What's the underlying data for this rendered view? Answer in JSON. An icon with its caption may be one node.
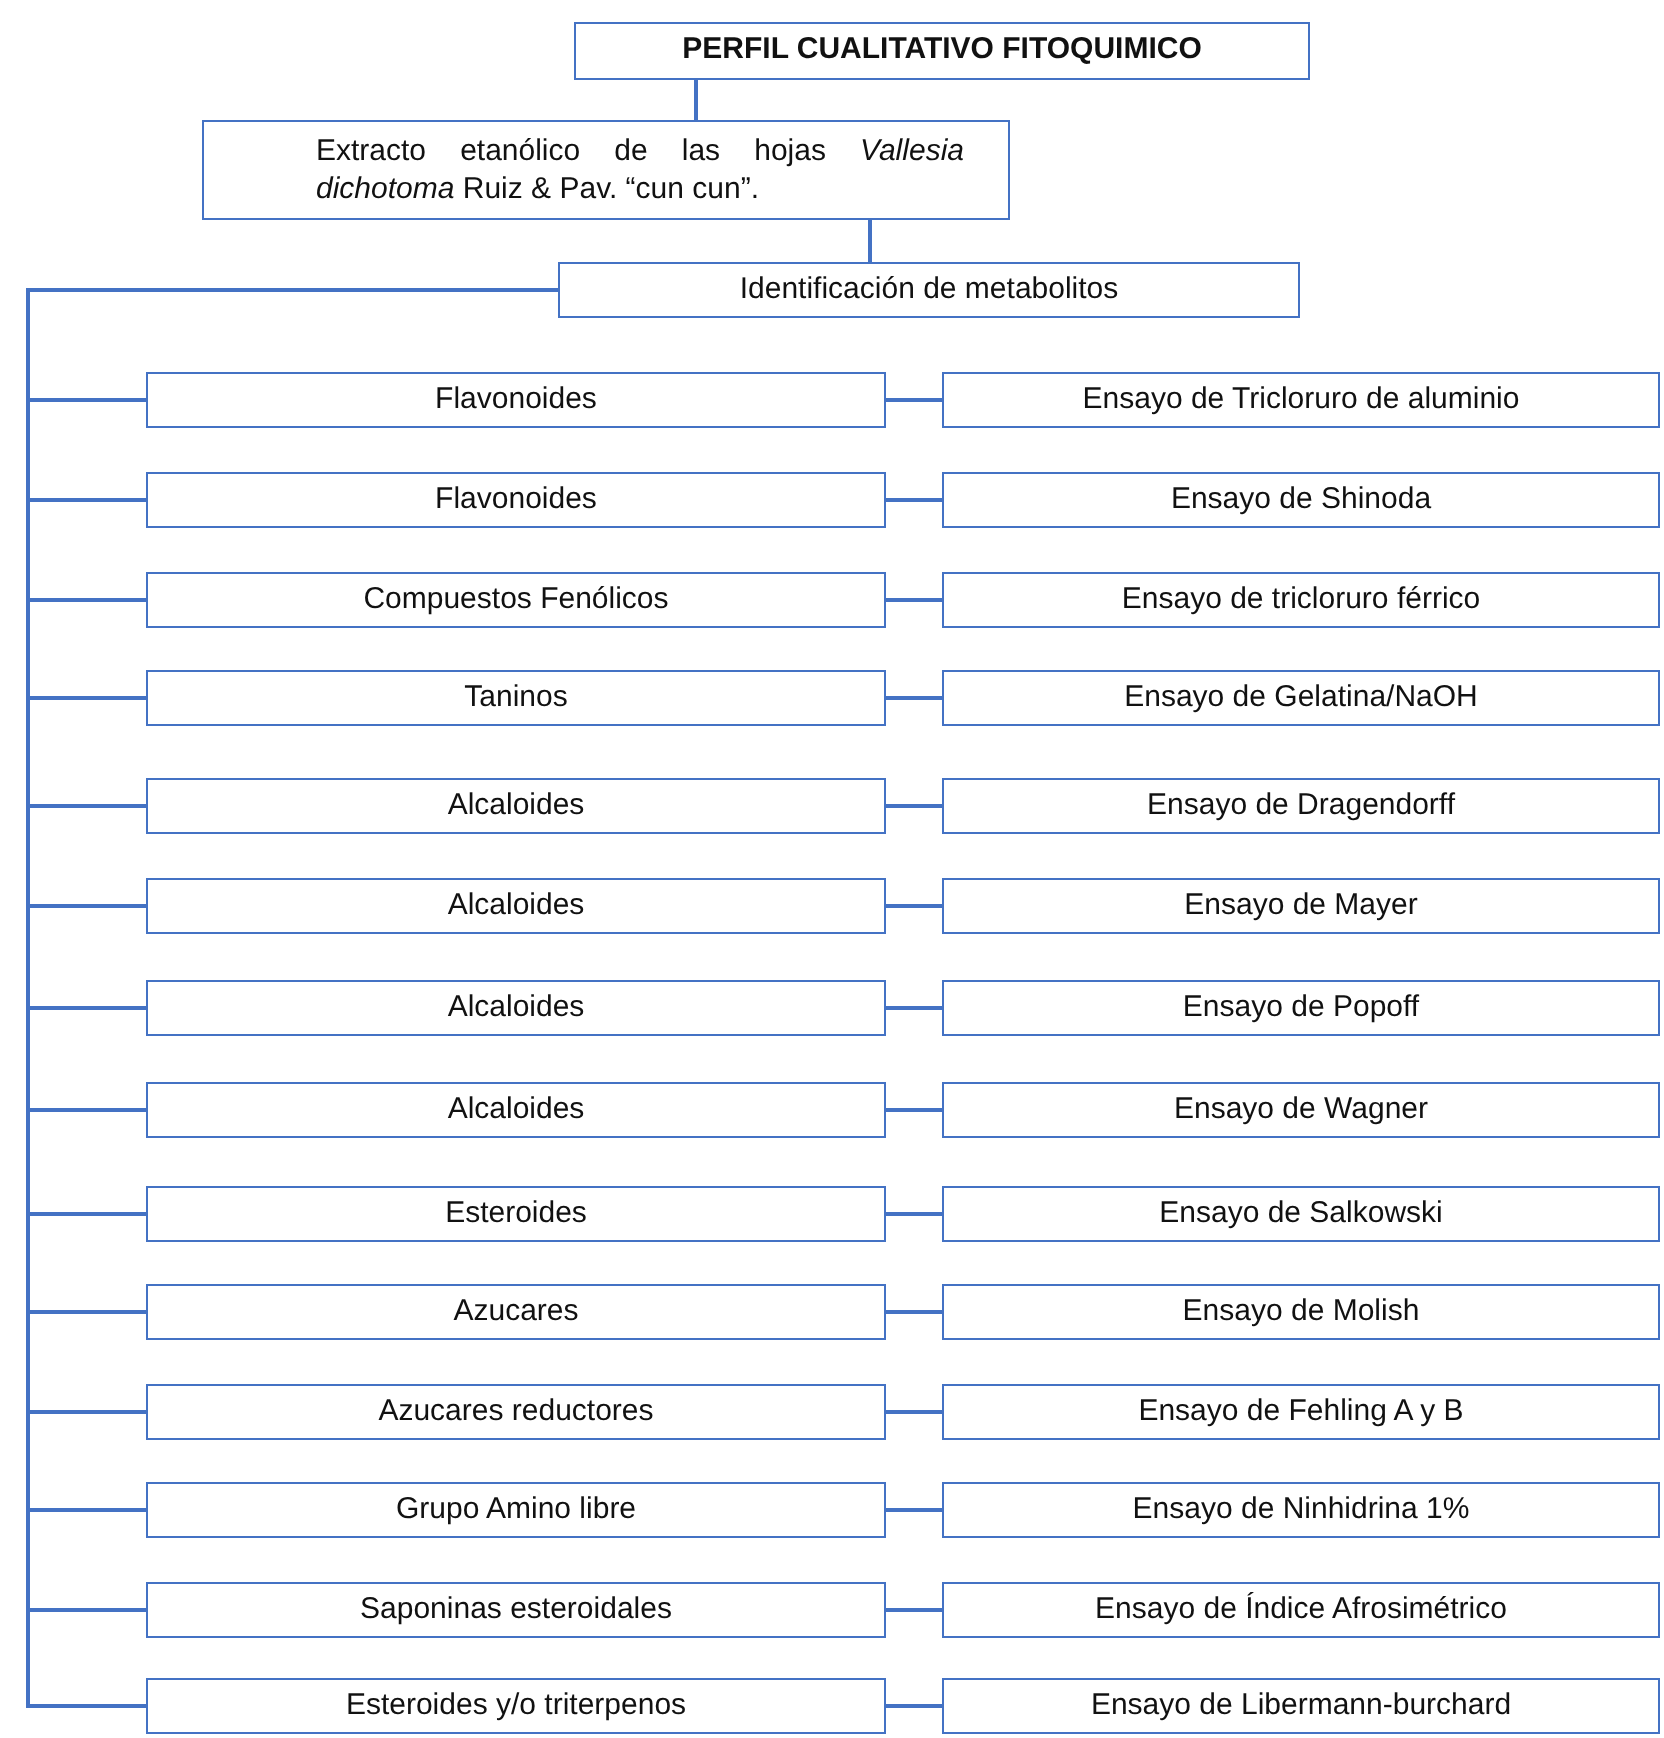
{
  "diagram": {
    "nodes": [
      {
        "text": [
          "PERFIL CUALITATIVO FITOQUIMICO"
        ]
      },
      {
        "text": [
          "Extracto etanólico de las hojas *Vallesia dichotoma* Ruiz & Pav.  “cun cun”."
        ]
      },
      {
        "text": [
          "Identificación de metabolitos"
        ]
      },
      {
        "text": [
          "Flavonoides"
        ]
      },
      {
        "text": [
          "Ensayo de Tricloruro de aluminio"
        ]
      },
      {
        "text": [
          "Flavonoides"
        ]
      },
      {
        "text": [
          "Ensayo de Shinoda"
        ]
      },
      {
        "text": [
          "Compuestos Fenólicos"
        ]
      },
      {
        "text": [
          "Ensayo de tricloruro férrico"
        ]
      },
      {
        "text": [
          "Taninos"
        ]
      },
      {
        "text": [
          "Ensayo de Gelatina/NaOH"
        ]
      },
      {
        "text": [
          "Alcaloides"
        ]
      },
      {
        "text": [
          "Ensayo de Dragendorff"
        ]
      },
      {
        "text": [
          "Alcaloides"
        ]
      },
      {
        "text": [
          "Ensayo de Mayer"
        ]
      },
      {
        "text": [
          "Alcaloides"
        ]
      },
      {
        "text": [
          "Ensayo de Popoff"
        ]
      },
      {
        "text": [
          "Alcaloides"
        ]
      },
      {
        "text": [
          "Ensayo de Wagner"
        ]
      },
      {
        "text": [
          "Esteroides"
        ]
      },
      {
        "text": [
          "Ensayo de Salkowski"
        ]
      },
      {
        "text": [
          "Azucares"
        ]
      },
      {
        "text": [
          "Ensayo de Molish"
        ]
      },
      {
        "text": [
          "Azucares reductores"
        ]
      },
      {
        "text": [
          "Ensayo de Fehling A y B"
        ]
      },
      {
        "text": [
          "Grupo Amino libre"
        ]
      },
      {
        "text": [
          "Ensayo de Ninhidrina 1%"
        ]
      },
      {
        "text": [
          "Saponinas esteroidales"
        ]
      },
      {
        "text": [
          "Ensayo de Índice Afrosimétrico"
        ]
      },
      {
        "text": [
          "Esteroides y/o triterpenos"
        ]
      },
      {
        "text": [
          "Ensayo de Libermann-burchard"
        ]
      }
    ],
    "edges": [
      {
        "from": 0,
        "to": 1,
        "arrow": "none"
      },
      {
        "from": 1,
        "to": 2,
        "arrow": "none"
      },
      {
        "from": 2,
        "to": 3,
        "arrow": "none"
      },
      {
        "from": 3,
        "to": 4,
        "arrow": "none"
      },
      {
        "from": 2,
        "to": 5,
        "arrow": "none"
      },
      {
        "from": 5,
        "to": 6,
        "arrow": "none"
      },
      {
        "from": 2,
        "to": 7,
        "arrow": "none"
      },
      {
        "from": 7,
        "to": 8,
        "arrow": "none"
      },
      {
        "from": 2,
        "to": 9,
        "arrow": "none"
      },
      {
        "from": 9,
        "to": 10,
        "arrow": "none"
      },
      {
        "from": 2,
        "to": 11,
        "arrow": "none"
      },
      {
        "from": 11,
        "to": 12,
        "arrow": "none"
      },
      {
        "from": 2,
        "to": 13,
        "arrow": "none"
      },
      {
        "from": 13,
        "to": 14,
        "arrow": "none"
      },
      {
        "from": 2,
        "to": 15,
        "arrow": "none"
      },
      {
        "from": 15,
        "to": 16,
        "arrow": "none"
      },
      {
        "from": 2,
        "to": 17,
        "arrow": "none"
      },
      {
        "from": 17,
        "to": 18,
        "arrow": "none"
      },
      {
        "from": 2,
        "to": 19,
        "arrow": "none"
      },
      {
        "from": 19,
        "to": 20,
        "arrow": "none"
      },
      {
        "from": 2,
        "to": 21,
        "arrow": "none"
      },
      {
        "from": 21,
        "to": 22,
        "arrow": "none"
      },
      {
        "from": 2,
        "to": 23,
        "arrow": "none"
      },
      {
        "from": 23,
        "to": 24,
        "arrow": "none"
      },
      {
        "from": 2,
        "to": 25,
        "arrow": "none"
      },
      {
        "from": 25,
        "to": 26,
        "arrow": "none"
      },
      {
        "from": 2,
        "to": 27,
        "arrow": "none"
      },
      {
        "from": 27,
        "to": 28,
        "arrow": "none"
      },
      {
        "from": 2,
        "to": 29,
        "arrow": "none"
      },
      {
        "from": 29,
        "to": 30,
        "arrow": "none"
      }
    ]
  }
}
